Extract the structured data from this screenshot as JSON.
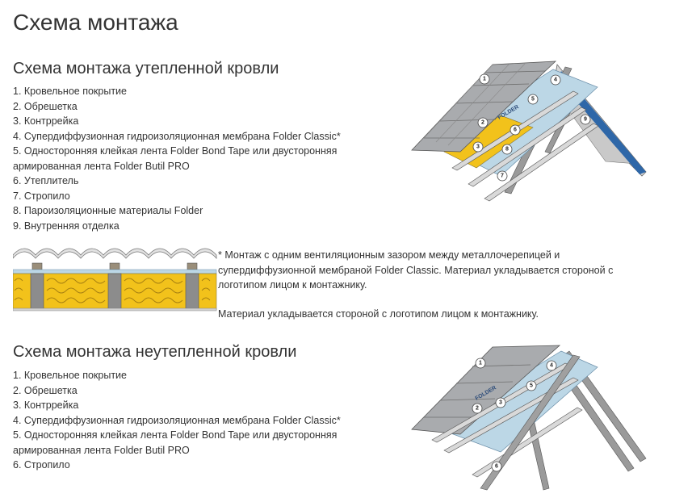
{
  "page_title": "Схема монтажа",
  "insulated": {
    "heading": "Схема монтажа утепленной кровли",
    "items": [
      "1. Кровельное покрытие",
      "2. Обрешетка",
      "3. Контррейка",
      "4. Супердиффузионная гидроизоляционная мембрана Folder Classic*",
      "5. Односторонняя клейкая лента Folder Bond Tape или двусторонняя армированная лента Folder Butil PRO",
      "6. Утеплитель",
      "7. Стропило",
      "8. Пароизоляционные материалы Folder",
      "9. Внутренняя отделка"
    ],
    "note1": "* Монтаж с одним вентиляционным зазором между металлочерепицей и супердиффузионной мембраной Folder Classic. Материал укладывается стороной с логотипом лицом к монтажнику.",
    "note2": "Материал укладывается стороной с логотипом лицом к монтажнику.",
    "diagram_labels": [
      "1",
      "2",
      "3",
      "4",
      "5",
      "6",
      "7",
      "8",
      "9"
    ],
    "membrane_logo": "FOLDER"
  },
  "uninsulated": {
    "heading": "Схема монтажа неутепленной кровли",
    "items": [
      "1. Кровельное покрытие",
      "2. Обрешетка",
      "3. Контррейка",
      "4. Супердиффузионная гидроизоляционная мембрана Folder Classic*",
      "5. Односторонняя клейкая лента Folder Bond Tape или двусторонняя армированная лента Folder Butil PRO",
      "6. Стропило"
    ],
    "diagram_labels": [
      "1",
      "2",
      "3",
      "4",
      "5",
      "6"
    ],
    "membrane_logo": "FOLDER"
  },
  "colors": {
    "roof_tile": "#a9abae",
    "membrane": "#bcd7e6",
    "insulation": "#f2c21b",
    "rafter": "#9a9a9a",
    "vapor_barrier": "#2e67a8",
    "interior_finish": "#c9c9c9"
  }
}
